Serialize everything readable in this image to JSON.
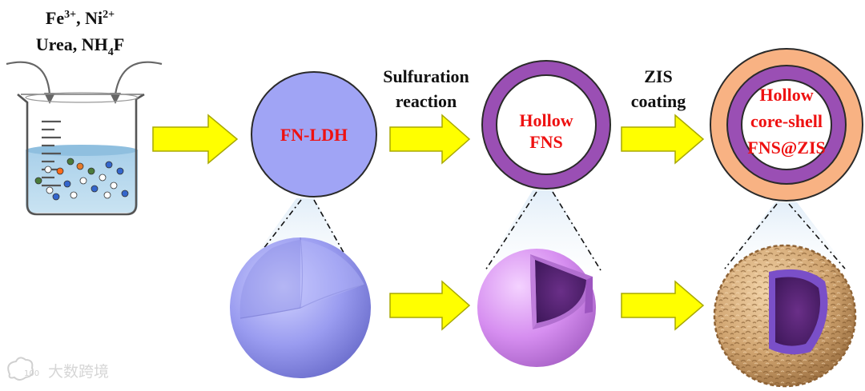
{
  "reagents": {
    "line1_a": "Fe",
    "line1_a_sup": "3+",
    "line1_sep": ", ",
    "line1_b": "Ni",
    "line1_b_sup": "2+",
    "line2_a": "Urea, NH",
    "line2_sub": "4",
    "line2_b": "F"
  },
  "steps": {
    "sulfuration_line1": "Sulfuration",
    "sulfuration_line2": "reaction",
    "zis_line1": "ZIS",
    "zis_line2": "coating"
  },
  "particles": {
    "fn_ldh": "FN-LDH",
    "hollow_fns_line1": "Hollow",
    "hollow_fns_line2": "FNS",
    "core_shell_line1": "Hollow",
    "core_shell_line2": "core-shell",
    "core_shell_line3": "FNS@ZIS"
  },
  "watermark": {
    "text": "大数跨境"
  },
  "colors": {
    "arrow_fill": "#ffff00",
    "arrow_stroke": "#a8a800",
    "label_red": "#ee1111",
    "ldh_purple": "#a0a4f5",
    "fns_purple": "#9a4fb4",
    "zis_orange": "#f8b283",
    "liquid_blue": "#b5d7ea"
  }
}
